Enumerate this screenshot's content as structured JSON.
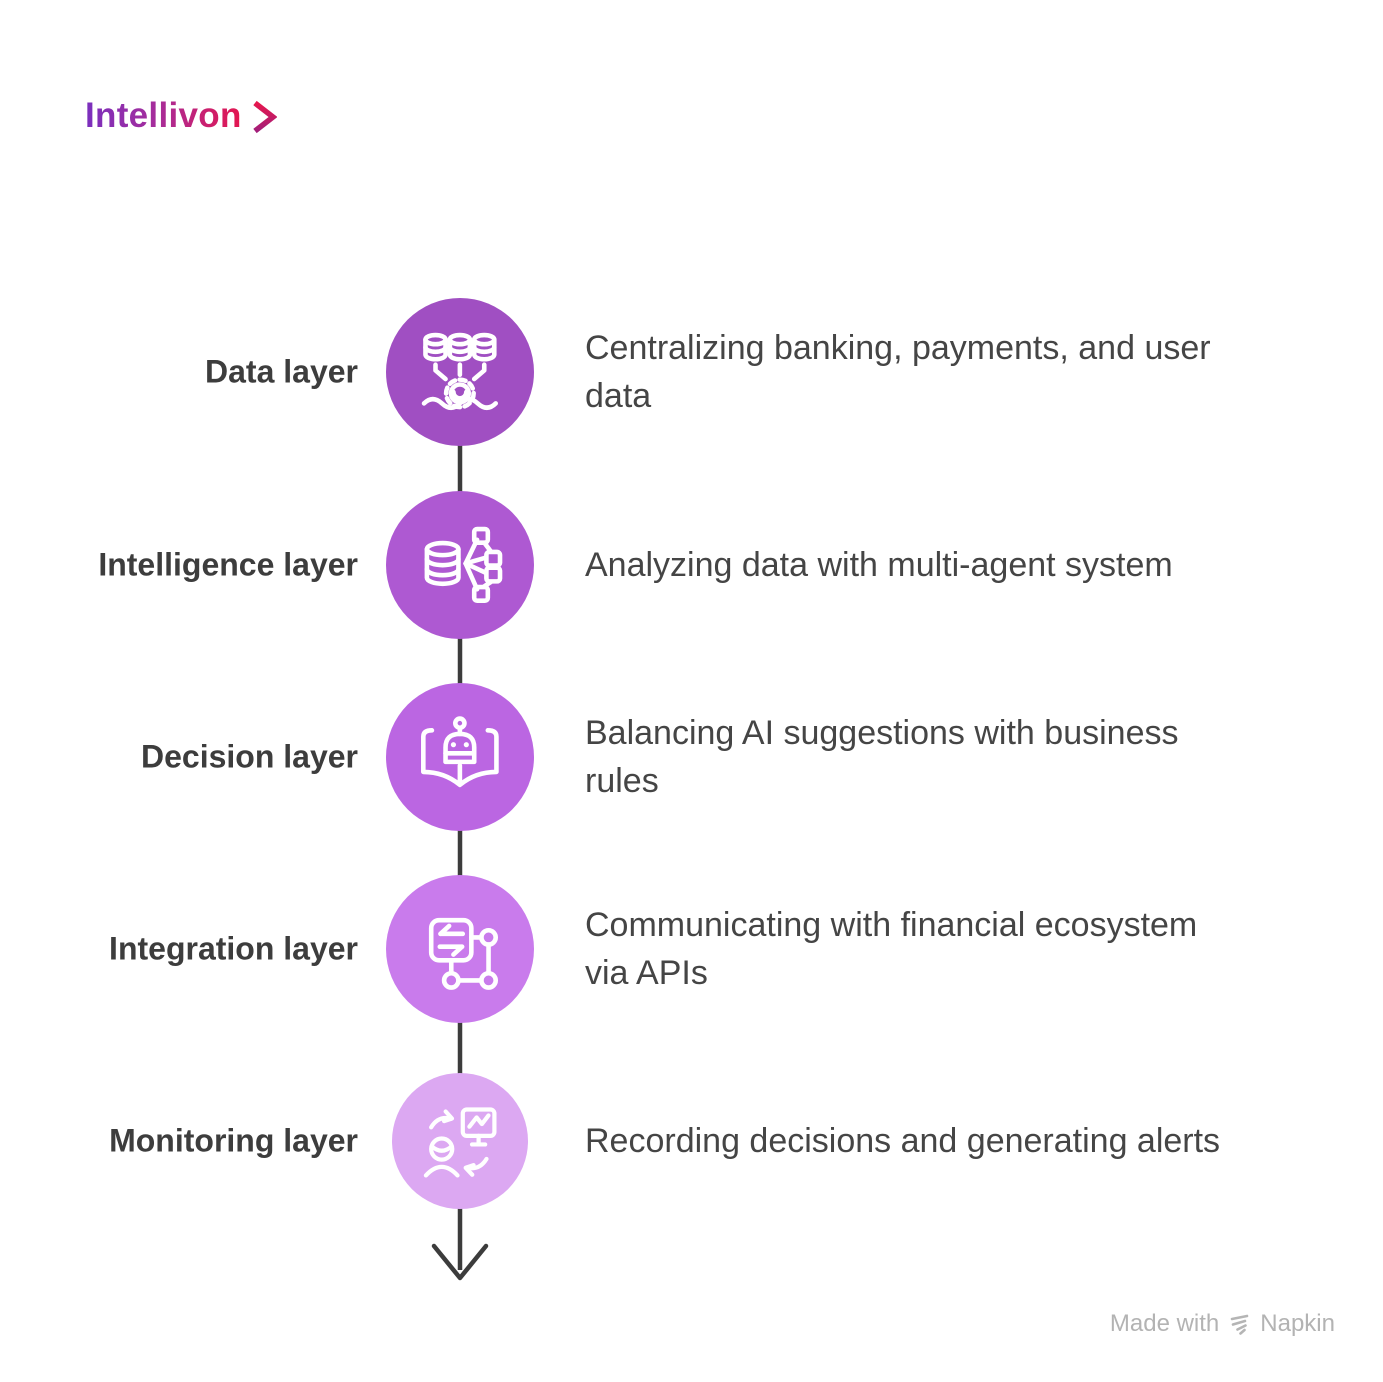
{
  "logo": {
    "text": "Intellivon",
    "chevron_icon": "chevron-right",
    "gradient_start": "#7A2FBE",
    "gradient_end": "#E4164F"
  },
  "layers": [
    {
      "label": "Data layer",
      "description": "Centralizing banking, payments, and user\ndata",
      "icon": "data-consolidation-icon",
      "circle_color": "#A04FC2"
    },
    {
      "label": "Intelligence layer",
      "description": "Analyzing data with multi-agent system",
      "icon": "database-network-icon",
      "circle_color": "#AE59D2"
    },
    {
      "label": "Decision layer",
      "description": "Balancing AI suggestions with business\nrules",
      "icon": "book-robot-icon",
      "circle_color": "#BB66E2"
    },
    {
      "label": "Integration layer",
      "description": "Communicating with financial ecosystem\nvia APIs",
      "icon": "api-network-icon",
      "circle_color": "#C97BEC"
    },
    {
      "label": "Monitoring layer",
      "description": "Recording decisions and generating alerts",
      "icon": "person-monitor-sync-icon",
      "circle_color": "#DCA8F2"
    }
  ],
  "flow": {
    "direction": "down",
    "arrow_color": "#3C3C3C"
  },
  "footer": {
    "made_with": "Made with",
    "brand": "Napkin",
    "color": "#B3B3B3"
  },
  "text": {
    "label_color": "#3D3D3D",
    "description_color": "#454545"
  }
}
